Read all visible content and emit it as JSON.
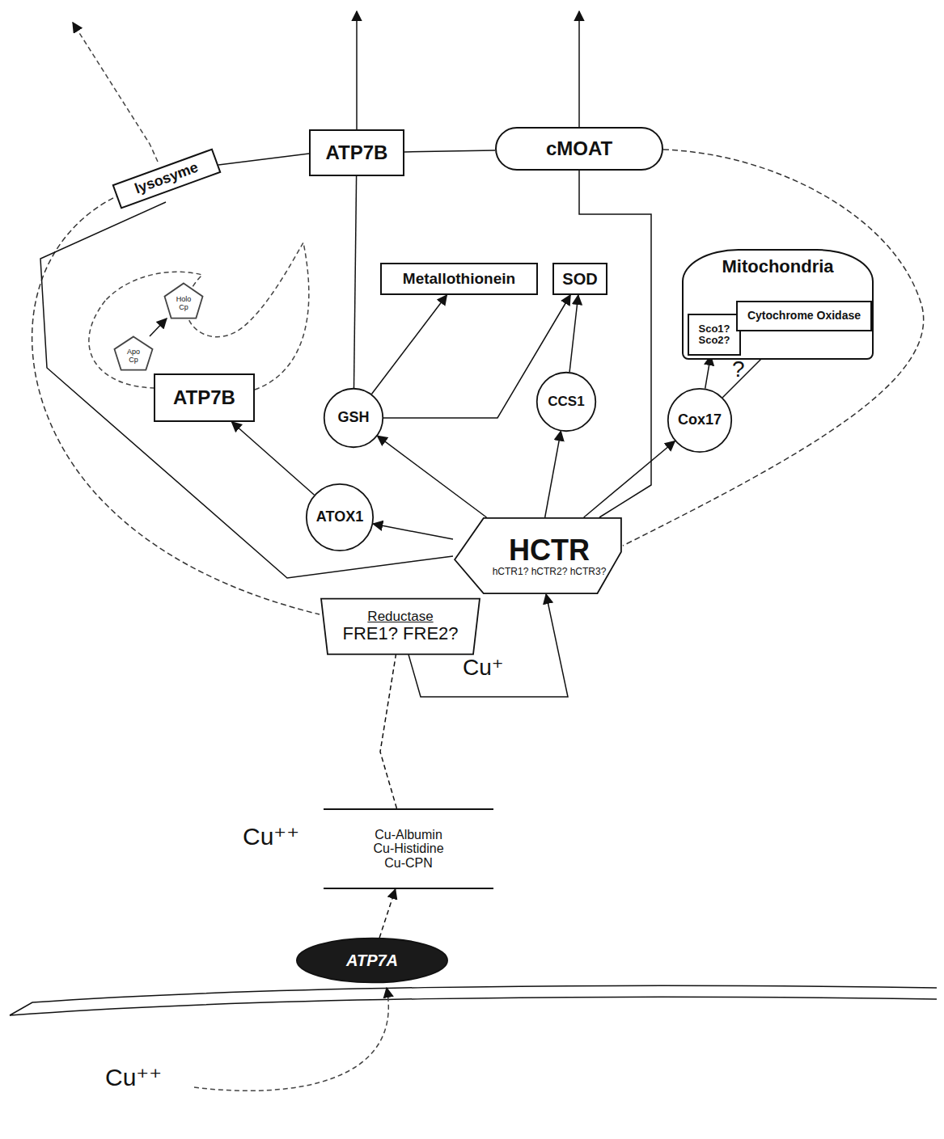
{
  "diagram": {
    "nodes": [
      {
        "text": [
          "lysosyme"
        ]
      },
      {
        "text": [
          "ATP7B"
        ]
      },
      {
        "text": [
          "cMOAT"
        ]
      },
      {
        "text": [
          "Holo Cp"
        ]
      },
      {
        "text": [
          "Apo Cp"
        ]
      },
      {
        "text": [
          "ATP7B"
        ]
      },
      {
        "text": [
          "Metallothionein"
        ]
      },
      {
        "text": [
          "SOD"
        ]
      },
      {
        "text": [
          "Mitochondria"
        ]
      },
      {
        "text": [
          "Sco1? Sco2?"
        ],
        "in": 8
      },
      {
        "text": [
          "Cytochrome Oxidase"
        ],
        "in": 8
      },
      {
        "text": [
          "GSH"
        ]
      },
      {
        "text": [
          "CCS1"
        ]
      },
      {
        "text": [
          "Cox17"
        ]
      },
      {
        "text": [
          "ATOX1"
        ]
      },
      {
        "text": [
          "HCTR",
          "hCTR1? hCTR2? hCTR3?"
        ]
      },
      {
        "text": [
          "Reductase",
          "FRE1? FRE2?"
        ]
      },
      {
        "text": [
          "Cu-Albumin Cu-Histidine Cu-CPN"
        ]
      },
      {
        "text": [
          "ATP7A"
        ]
      }
    ],
    "edges": [
      {
        "from": 4,
        "to": 3,
        "arrow": "to"
      },
      {
        "from": 14,
        "to": 5,
        "arrow": "to"
      },
      {
        "from": 15,
        "to": 14,
        "arrow": "to"
      },
      {
        "from": 15,
        "to": 11,
        "arrow": "to"
      },
      {
        "from": 15,
        "to": 12,
        "arrow": "to"
      },
      {
        "from": 15,
        "to": 13,
        "arrow": "to"
      },
      {
        "from": 15,
        "to": 2,
        "arrow": "none"
      },
      {
        "from": 11,
        "to": 6,
        "arrow": "to"
      },
      {
        "from": 11,
        "to": 7,
        "arrow": "to"
      },
      {
        "from": 12,
        "to": 7,
        "arrow": "to"
      },
      {
        "from": 13,
        "to": 9,
        "arrow": "to"
      },
      {
        "from": 13,
        "to": 10,
        "arrow": "to"
      },
      {
        "from": 11,
        "to": 1,
        "arrow": "none"
      },
      {
        "from": 1,
        "to": 2,
        "arrow": "none"
      },
      {
        "from": 16,
        "to": 15,
        "arrow": "to"
      },
      {
        "from": 17,
        "to": 16,
        "arrow": "none"
      },
      {
        "from": 18,
        "to": 17,
        "arrow": "to"
      }
    ],
    "labels": [
      "Cu⁺",
      "Cu⁺⁺",
      "Cu⁺⁺",
      "?"
    ]
  }
}
